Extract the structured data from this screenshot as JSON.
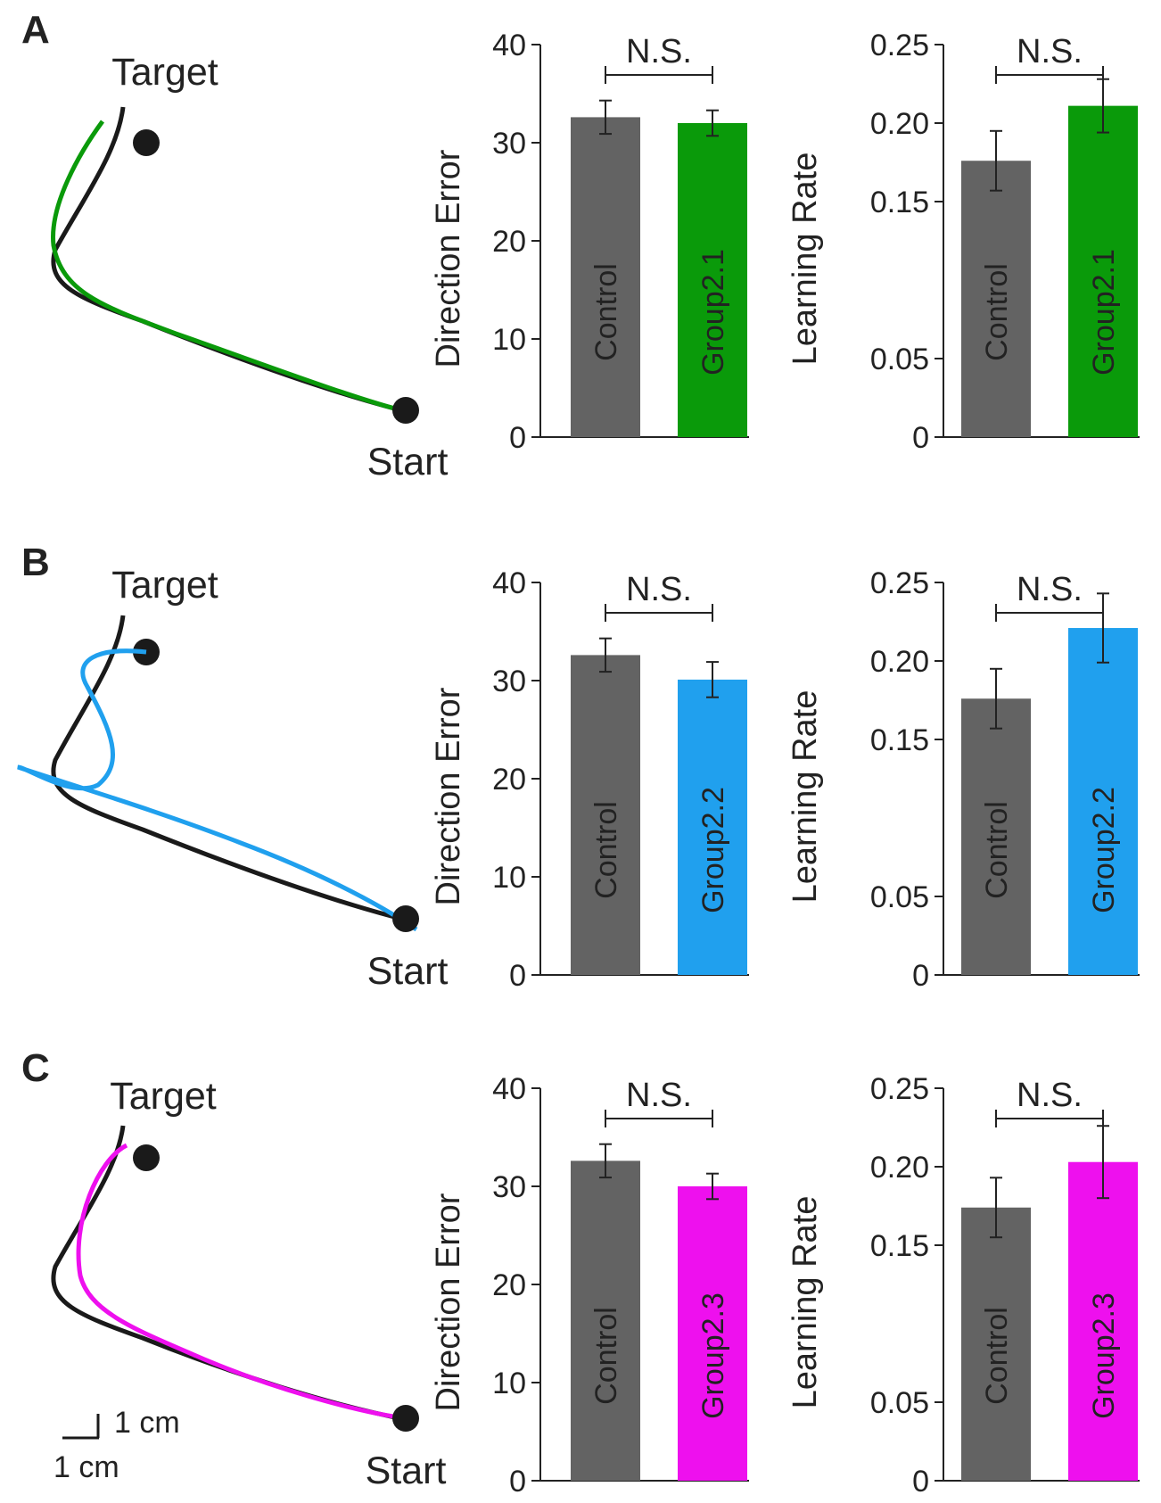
{
  "panels": [
    {
      "letter": "A",
      "trajectory": {
        "target_label": "Target",
        "start_label": "Start",
        "control_color": "#1a1a1a",
        "group_color": "#0a9a0a"
      },
      "colors": {
        "control": "#636363",
        "group": "#0a9a0a"
      }
    },
    {
      "letter": "B",
      "trajectory": {
        "target_label": "Target",
        "start_label": "Start",
        "control_color": "#1a1a1a",
        "group_color": "#20a0ee"
      },
      "colors": {
        "control": "#636363",
        "group": "#20a0ee"
      }
    },
    {
      "letter": "C",
      "trajectory": {
        "target_label": "Target",
        "start_label": "Start",
        "control_color": "#1a1a1a",
        "group_color": "#ee10ee"
      },
      "colors": {
        "control": "#636363",
        "group": "#ee10ee"
      }
    }
  ],
  "scale_bar": {
    "vertical_label": "1 cm",
    "horizontal_label": "1 cm"
  },
  "chart_data": [
    {
      "panel": "A",
      "type": "bar",
      "ylabel": "Direction Error",
      "ylim": [
        0,
        40
      ],
      "yticks": [
        "0",
        "10",
        "20",
        "30",
        "40"
      ],
      "categories": [
        "Control",
        "Group2.1"
      ],
      "values": [
        32.6,
        32.0
      ],
      "errors": [
        1.7,
        1.3
      ],
      "significance": "N.S."
    },
    {
      "panel": "A",
      "type": "bar",
      "ylabel": "Learning Rate",
      "ylim": [
        0,
        0.25
      ],
      "yticks": [
        "0",
        "0.05",
        "0.15",
        "0.20",
        "0.25"
      ],
      "categories": [
        "Control",
        "Group2.1"
      ],
      "values": [
        0.176,
        0.211
      ],
      "errors": [
        0.019,
        0.017
      ],
      "significance": "N.S."
    },
    {
      "panel": "B",
      "type": "bar",
      "ylabel": "Direction Error",
      "ylim": [
        0,
        40
      ],
      "yticks": [
        "0",
        "10",
        "20",
        "30",
        "40"
      ],
      "categories": [
        "Control",
        "Group2.2"
      ],
      "values": [
        32.6,
        30.1
      ],
      "errors": [
        1.7,
        1.8
      ],
      "significance": "N.S."
    },
    {
      "panel": "B",
      "type": "bar",
      "ylabel": "Learning Rate",
      "ylim": [
        0,
        0.25
      ],
      "yticks": [
        "0",
        "0.05",
        "0.15",
        "0.20",
        "0.25"
      ],
      "categories": [
        "Control",
        "Group2.2"
      ],
      "values": [
        0.176,
        0.221
      ],
      "errors": [
        0.019,
        0.022
      ],
      "significance": "N.S."
    },
    {
      "panel": "C",
      "type": "bar",
      "ylabel": "Direction Error",
      "ylim": [
        0,
        40
      ],
      "yticks": [
        "0",
        "10",
        "20",
        "30",
        "40"
      ],
      "categories": [
        "Control",
        "Group2.3"
      ],
      "values": [
        32.6,
        30.0
      ],
      "errors": [
        1.7,
        1.3
      ],
      "significance": "N.S."
    },
    {
      "panel": "C",
      "type": "bar",
      "ylabel": "Learning Rate",
      "ylim": [
        0,
        0.25
      ],
      "yticks": [
        "0",
        "0.05",
        "0.15",
        "0.20",
        "0.25"
      ],
      "categories": [
        "Control",
        "Group2.3"
      ],
      "values": [
        0.174,
        0.203
      ],
      "errors": [
        0.019,
        0.023
      ],
      "significance": "N.S."
    }
  ]
}
